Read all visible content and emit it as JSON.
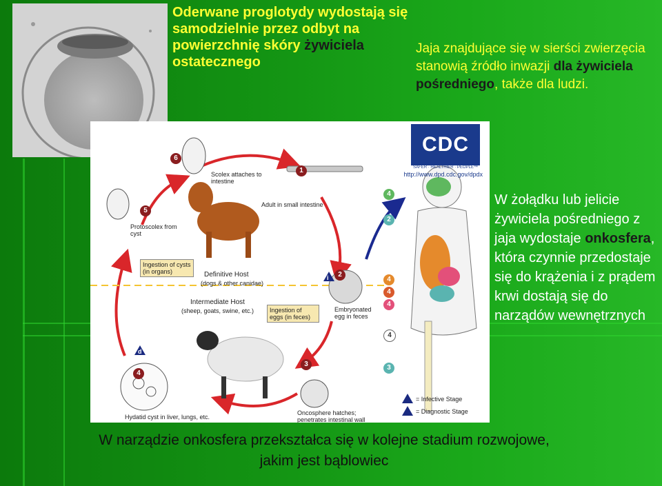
{
  "top_left_text": {
    "line1": "Oderwane proglotydy wydostają się",
    "line2": "samodzielnie przez odbyt na",
    "line3a": "powierzchnię skóry ",
    "line3b": "żywiciela",
    "line4": "ostatecznego"
  },
  "top_right_text": {
    "part1": "Jaja znajdujące się w sierści zwierzęcia stanowią źródło inwazji ",
    "part2": "dla żywiciela pośredniego",
    "part3": ", także dla ludzi."
  },
  "right_text": {
    "part1": "W żołądku lub jelicie żywiciela pośredniego z jaja wydostaje ",
    "part2": "onkosfera",
    "part3": ", która czynnie przedostaje się do krążenia i z prądem krwi dostają się do narządów wewnętrznych"
  },
  "bottom_text": {
    "line1": "W narządzie onkosfera przekształca się w kolejne stadium rozwojowe,",
    "line2": "jakim jest bąblowiec"
  },
  "diagram": {
    "cdc_logo": "CDC",
    "cdc_tagline": "SAFER · HEALTHIER · PEOPLE™",
    "cdc_url": "http://www.dpd.cdc.gov/dpdx",
    "labels": {
      "scolex": "Scolex attaches to intestine",
      "adult": "Adult in small intestine",
      "protoscolex": "Protoscolex from cyst",
      "definitive_host": "Definitive Host",
      "definitive_host_sub": "(dogs & other canidae)",
      "ingestion_cysts": "Ingestion of cysts (in organs)",
      "intermediate_host": "Intermediate Host",
      "intermediate_host_sub": "(sheep, goats, swine, etc.)",
      "ingestion_eggs": "Ingestion of eggs (in feces)",
      "embryonated": "Embryonated egg in feces",
      "oncosphere": "Oncosphere hatches; penetrates intestinal wall",
      "hydatid": "Hydatid cyst in liver, lungs, etc.",
      "infective": "= Infective Stage",
      "diagnostic": "= Diagnostic Stage"
    },
    "stage_numbers": [
      "1",
      "2",
      "3",
      "4",
      "5",
      "6"
    ],
    "organ_numbers": [
      "4",
      "2",
      "4",
      "4",
      "4",
      "4",
      "3"
    ],
    "marker_i": "i",
    "marker_d": "d"
  },
  "colors": {
    "yellow_text": "#ffff33",
    "arrow_red": "#d9262a",
    "arrow_blue": "#1a2a90"
  }
}
